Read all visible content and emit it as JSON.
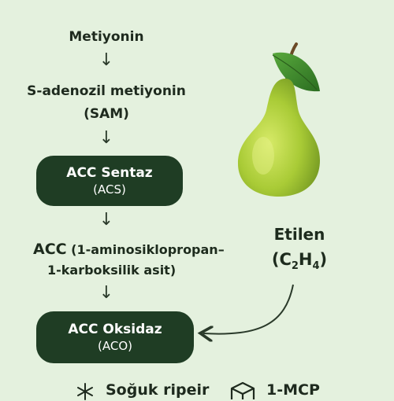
{
  "pathway": {
    "step1": "Metiyonin",
    "step2_line1": "S-adenozil metiyonin",
    "step2_line2": "(SAM)",
    "enzyme1_name": "ACC Sentaz",
    "enzyme1_abbr": "(ACS)",
    "step3_abbr": "ACC",
    "step3_line1": "(1-aminosiklopropan–",
    "step3_line2": "1-karboksilik asit)",
    "enzyme2_name": "ACC Oksidaz",
    "enzyme2_abbr": "(ACO)",
    "arrow_glyph": "↓"
  },
  "product": {
    "name": "Etilen",
    "formula_open": "(C",
    "formula_sub1": "2",
    "formula_mid": "H",
    "formula_sub2": "4",
    "formula_close": ")"
  },
  "footer": {
    "cold_storage_label": "Soğuk ripeir",
    "inhibitor_label": "1-MCP"
  },
  "colors": {
    "background": "#e4f1de",
    "pill": "#1f3d24",
    "pear_body": "#a7c93a",
    "leaf": "#3c8a2c"
  }
}
